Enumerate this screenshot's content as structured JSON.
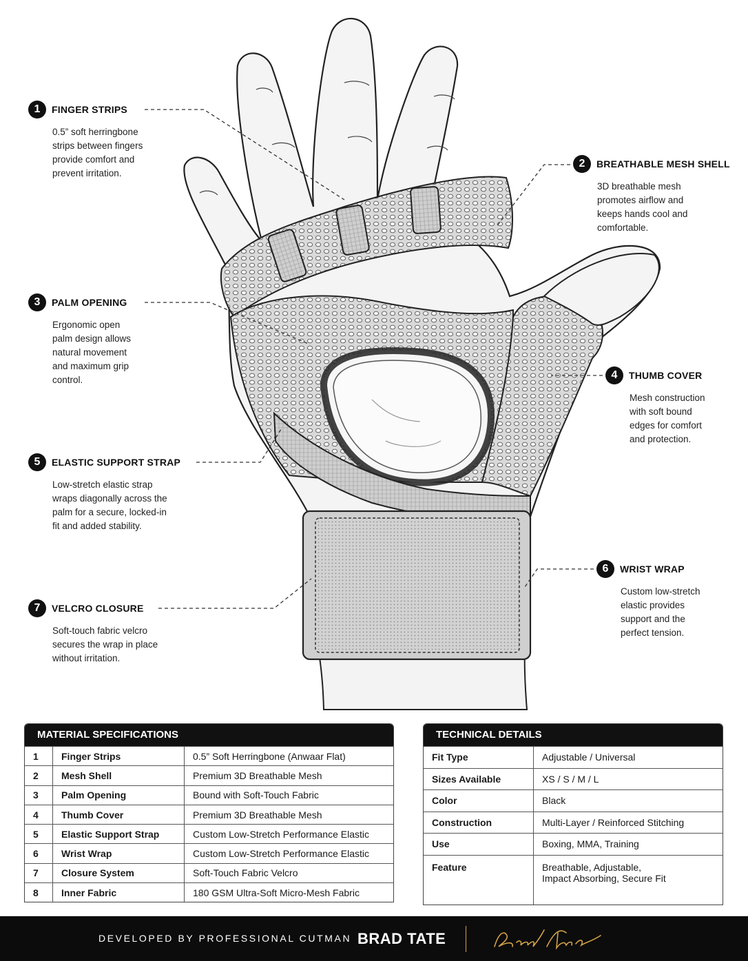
{
  "callouts": [
    {
      "num": "1",
      "title": "FINGER STRIPS",
      "desc": [
        "0.5” soft herringbone",
        "strips between fingers",
        "provide comfort and",
        "prevent irritation."
      ]
    },
    {
      "num": "2",
      "title": "BREATHABLE MESH SHELL",
      "desc": [
        "3D breathable mesh",
        "promotes airflow and",
        "keeps hands cool and",
        "comfortable."
      ]
    },
    {
      "num": "3",
      "title": "PALM OPENING",
      "desc": [
        "Ergonomic open",
        "palm design allows",
        "natural movement",
        "and maximum grip",
        "control."
      ]
    },
    {
      "num": "4",
      "title": "THUMB COVER",
      "desc": [
        "Mesh construction",
        "with soft bound",
        "edges for comfort",
        "and protection."
      ]
    },
    {
      "num": "5",
      "title": "ELASTIC SUPPORT STRAP",
      "desc": [
        "Low-stretch elastic strap",
        "wraps diagonally across the",
        "palm for a secure, locked-in",
        "fit and added stability."
      ]
    },
    {
      "num": "6",
      "title": "WRIST WRAP",
      "desc": [
        "Custom low-stretch",
        "elastic provides",
        "support and the",
        "perfect tension."
      ]
    },
    {
      "num": "7",
      "title": "VELCRO CLOSURE",
      "desc": [
        "Soft-touch fabric velcro",
        "secures the wrap in place",
        "without irritation."
      ]
    }
  ],
  "material_specs": {
    "heading": "MATERIAL SPECIFICATIONS",
    "rows": [
      [
        "1",
        "Finger Strips",
        "0.5” Soft Herringbone (Anwaar Flat)"
      ],
      [
        "2",
        "Mesh Shell",
        "Premium 3D Breathable Mesh"
      ],
      [
        "3",
        "Palm Opening",
        "Bound with Soft-Touch Fabric"
      ],
      [
        "4",
        "Thumb Cover",
        "Premium 3D Breathable Mesh"
      ],
      [
        "5",
        "Elastic Support Strap",
        "Custom Low-Stretch Performance Elastic"
      ],
      [
        "6",
        "Wrist Wrap",
        "Custom Low-Stretch Performance Elastic"
      ],
      [
        "7",
        "Closure System",
        "Soft-Touch Fabric Velcro"
      ],
      [
        "8",
        "Inner Fabric",
        "180 GSM Ultra-Soft Micro-Mesh Fabric"
      ]
    ]
  },
  "technical_details": {
    "heading": "TECHNICAL DETAILS",
    "rows": [
      [
        "Fit Type",
        "Adjustable / Universal"
      ],
      [
        "Sizes Available",
        "XS / S / M / L"
      ],
      [
        "Color",
        "Black"
      ],
      [
        "Construction",
        "Multi-Layer / Reinforced Stitching"
      ],
      [
        "Use",
        "Boxing, MMA, Training"
      ],
      [
        "Feature",
        "Breathable, Adjustable,\nImpact Absorbing, Secure Fit"
      ]
    ]
  },
  "footer": {
    "developed_by": "DEVELOPED BY PROFESSIONAL CUTMAN",
    "name": "BRAD TATE",
    "signature": "Brad Tate",
    "accent_color": "#d4a24a",
    "background_color": "#0c0c0c"
  }
}
